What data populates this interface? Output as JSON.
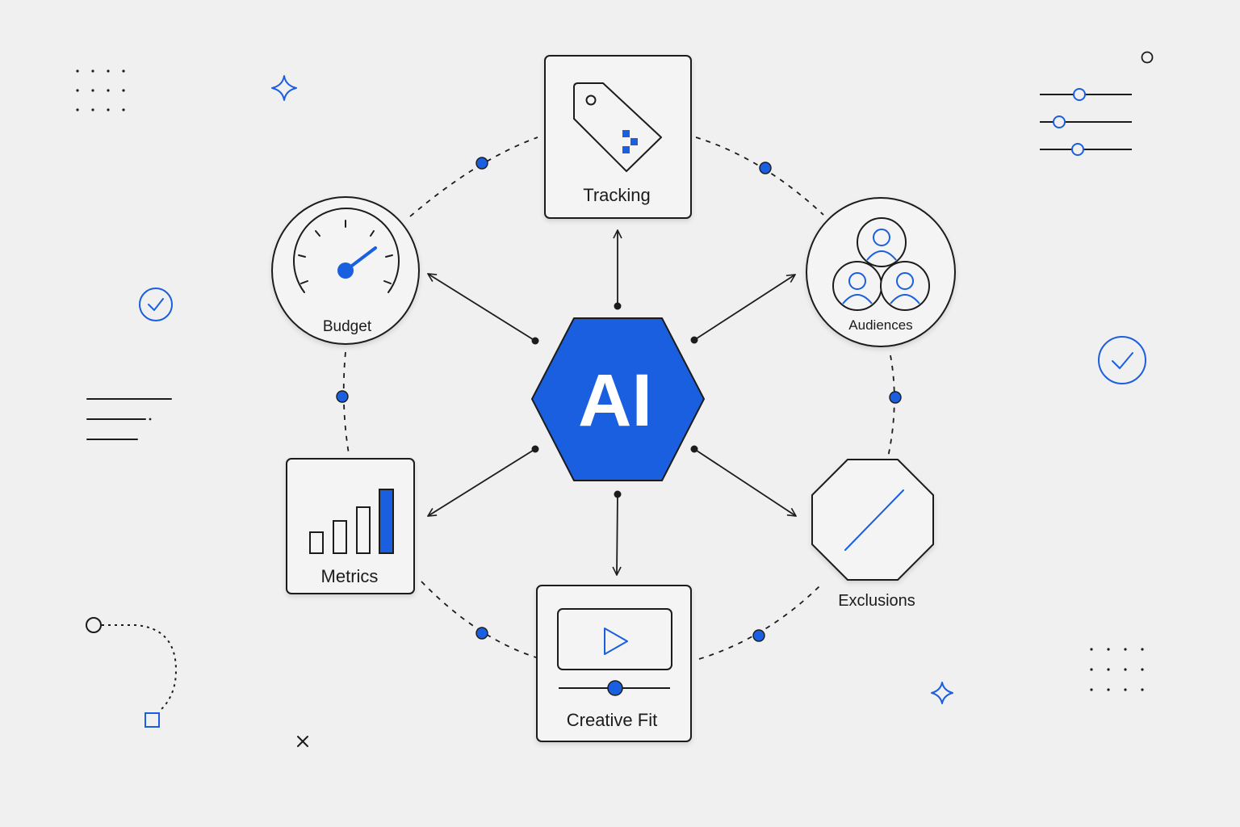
{
  "diagram": {
    "center": {
      "label": "AI"
    },
    "nodes": [
      {
        "id": "tracking",
        "label": "Tracking",
        "icon": "price-tag-icon"
      },
      {
        "id": "budget",
        "label": "Budget",
        "icon": "gauge-icon"
      },
      {
        "id": "audiences",
        "label": "Audiences",
        "icon": "people-group-icon"
      },
      {
        "id": "metrics",
        "label": "Metrics",
        "icon": "bar-chart-icon"
      },
      {
        "id": "creative",
        "label": "Creative Fit",
        "icon": "video-player-icon"
      },
      {
        "id": "exclusions",
        "label": "Exclusions",
        "icon": "prohibition-icon"
      }
    ],
    "edges": [
      {
        "from": "ai",
        "to": "tracking"
      },
      {
        "from": "ai",
        "to": "budget"
      },
      {
        "from": "ai",
        "to": "audiences"
      },
      {
        "from": "ai",
        "to": "metrics"
      },
      {
        "from": "ai",
        "to": "creative"
      },
      {
        "from": "ai",
        "to": "exclusions"
      }
    ]
  },
  "colors": {
    "accent": "#1a5fe0",
    "stroke": "#1c1c1c",
    "background": "#f0f0f0",
    "card": "#f4f4f4"
  }
}
